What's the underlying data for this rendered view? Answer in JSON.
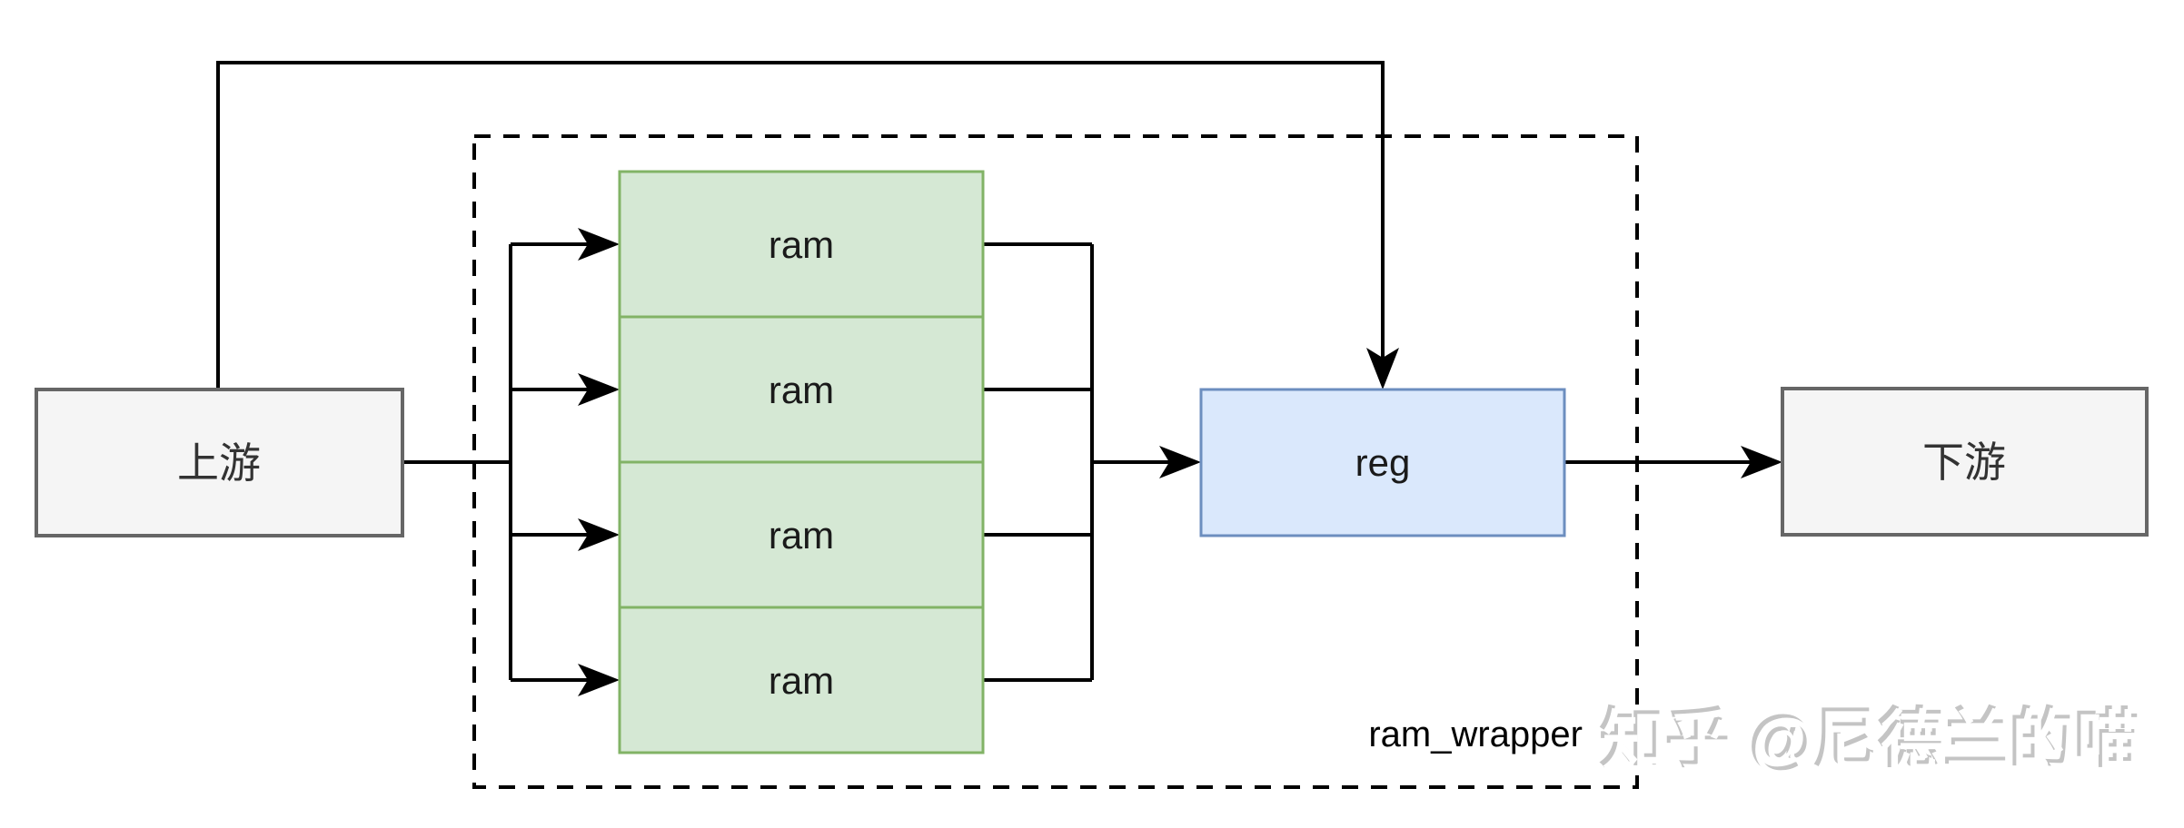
{
  "diagram": {
    "nodes": {
      "upstream": {
        "label": "上游"
      },
      "downstream": {
        "label": "下游"
      },
      "reg": {
        "label": "reg"
      },
      "wrapper": {
        "label": "ram_wrapper"
      },
      "ram_blocks": [
        {
          "label": "ram"
        },
        {
          "label": "ram"
        },
        {
          "label": "ram"
        },
        {
          "label": "ram"
        }
      ]
    },
    "edges": [
      {
        "from": "upstream",
        "to": "ram_blocks",
        "type": "fan-out-arrows"
      },
      {
        "from": "ram_blocks",
        "to": "reg",
        "type": "fan-in-arrow"
      },
      {
        "from": "upstream",
        "to": "reg",
        "type": "bypass-arrow-over-top"
      },
      {
        "from": "reg",
        "to": "downstream",
        "type": "arrow"
      }
    ],
    "colors": {
      "ram_fill": "#d5e8d4",
      "ram_border": "#82b366",
      "reg_fill": "#dae8fc",
      "reg_border": "#6c8ebf",
      "endpoint_fill": "#f5f5f5",
      "endpoint_border": "#666666",
      "connector": "#000000",
      "label_text": "#333333",
      "watermark_gray": "#c4c4c4"
    },
    "watermark": {
      "text": "知乎 @尼德兰的喵"
    }
  }
}
